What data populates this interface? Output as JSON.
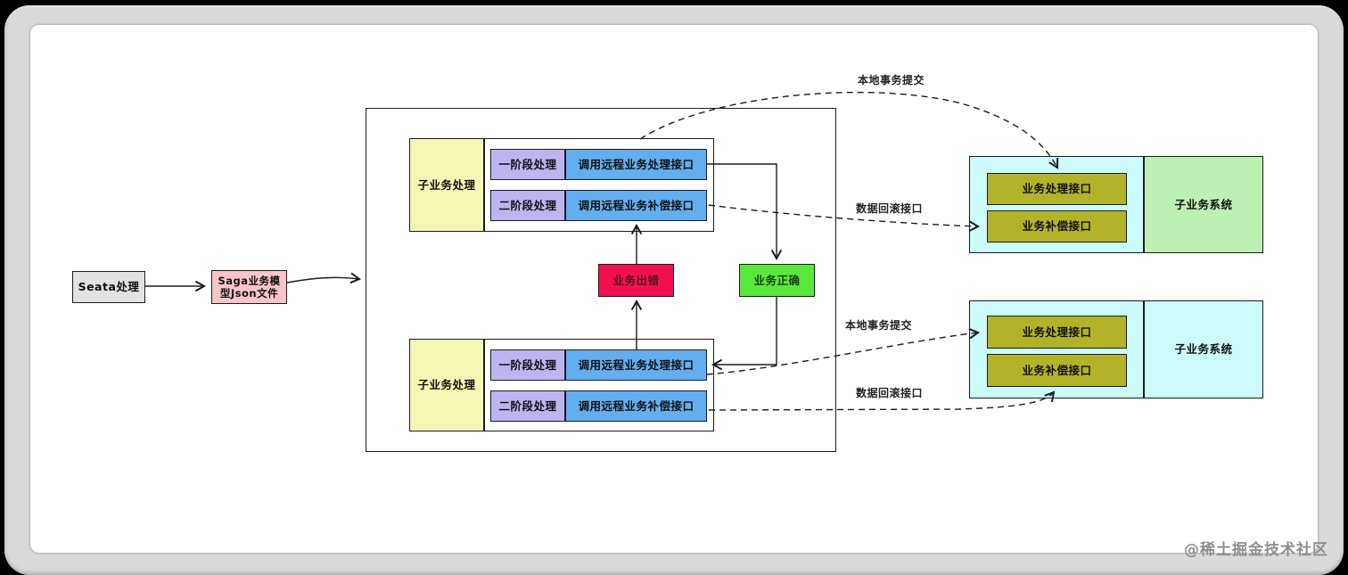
{
  "watermark": "@稀土掘金技术社区",
  "colors": {
    "error": "#f1104d",
    "success": "#58e83c",
    "phase_box": "#bdb4f0",
    "remote_call_box": "#63aeee",
    "sub_process_box": "#f7f7b5",
    "interface_box": "#b3b329",
    "subsystem_container": "#ccfbfb",
    "subsystem_label_top": "#bdf0b3",
    "saga_file_box": "#f9c4ca",
    "seata_box": "#e2e2e2"
  },
  "source": {
    "seata": "Seata处理",
    "saga_model": "Saga业务模型Json文件"
  },
  "state_machine": {
    "groups": [
      {
        "title": "子业务处理",
        "rows": [
          {
            "phase": "一阶段处理",
            "call": "调用远程业务处理接口"
          },
          {
            "phase": "二阶段处理",
            "call": "调用远程业务补偿接口"
          }
        ]
      },
      {
        "title": "子业务处理",
        "rows": [
          {
            "phase": "一阶段处理",
            "call": "调用远程业务处理接口"
          },
          {
            "phase": "二阶段处理",
            "call": "调用远程业务补偿接口"
          }
        ]
      }
    ],
    "outcomes": {
      "error": "业务出错",
      "success": "业务正确"
    }
  },
  "subsystems": [
    {
      "name": "子业务系统",
      "interfaces": [
        "业务处理接口",
        "业务补偿接口"
      ]
    },
    {
      "name": "子业务系统",
      "interfaces": [
        "业务处理接口",
        "业务补偿接口"
      ]
    }
  ],
  "edge_labels": {
    "commit_top": "本地事务提交",
    "rollback_top": "数据回滚接口",
    "commit_bottom": "本地事务提交",
    "rollback_bottom": "数据回滚接口"
  }
}
